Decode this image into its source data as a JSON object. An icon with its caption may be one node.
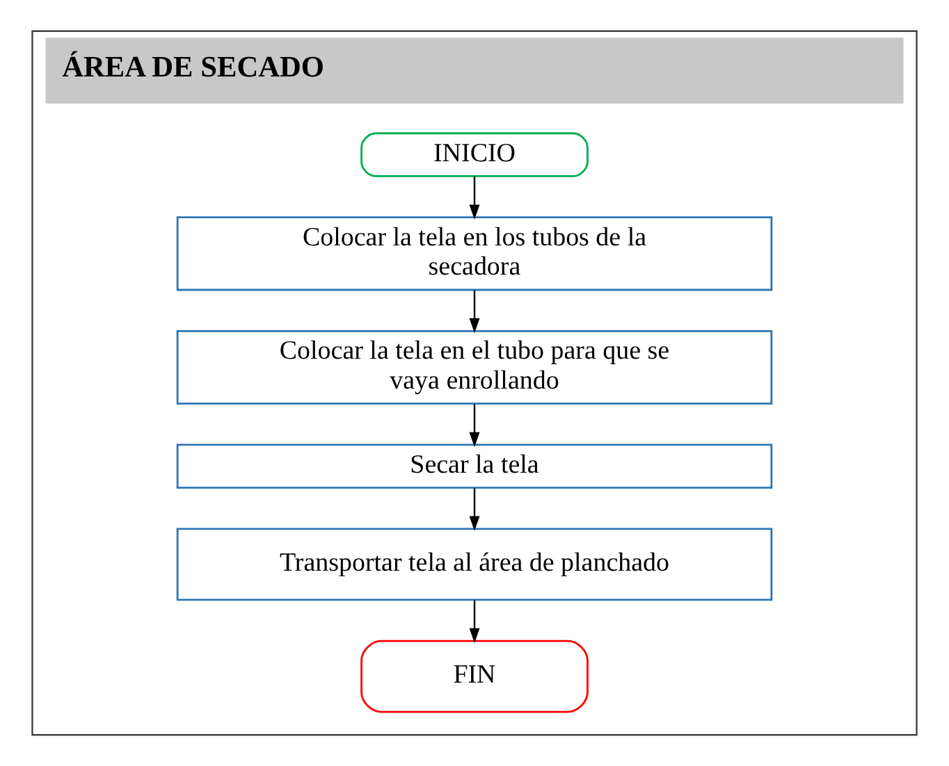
{
  "diagram": {
    "nodes": [
      {
        "text": [
          "ÁREA DE SECADO"
        ]
      },
      {
        "text": [
          "INICIO"
        ],
        "in": 0
      },
      {
        "text": [
          "Colocar la tela en los tubos de la secadora"
        ],
        "in": 0
      },
      {
        "text": [
          "Colocar la tela en el tubo para que se vaya enrollando"
        ],
        "in": 0
      },
      {
        "text": [
          "Secar la tela"
        ],
        "in": 0
      },
      {
        "text": [
          "Transportar tela al área de planchado"
        ],
        "in": 0
      },
      {
        "text": [
          "FIN"
        ],
        "in": 0
      }
    ],
    "edges": [
      {
        "from": 1,
        "to": 2,
        "arrow": "to"
      },
      {
        "from": 2,
        "to": 3,
        "arrow": "to"
      },
      {
        "from": 3,
        "to": 4,
        "arrow": "to"
      },
      {
        "from": 4,
        "to": 5,
        "arrow": "to"
      },
      {
        "from": 5,
        "to": 6,
        "arrow": "to"
      }
    ]
  }
}
